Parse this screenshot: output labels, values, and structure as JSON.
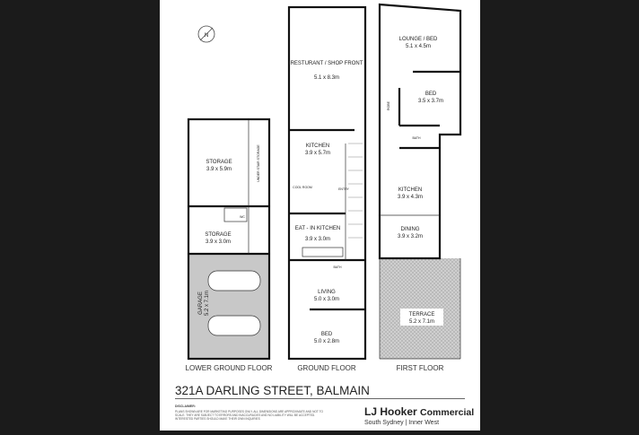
{
  "compass": {
    "label": "N"
  },
  "floors": [
    {
      "name": "LOWER GROUND FLOOR",
      "rooms": [
        {
          "name": "STORAGE",
          "size": "3.9 x 5.9m"
        },
        {
          "name": "UNDER STAIR STORAGE"
        },
        {
          "name": "WC"
        },
        {
          "name": "STORAGE",
          "size": "3.9 x 3.0m"
        },
        {
          "name": "GARAGE",
          "size": "5.2 x 7.1m"
        }
      ]
    },
    {
      "name": "GROUND FLOOR",
      "rooms": [
        {
          "name": "RESTURANT / SHOP FRONT",
          "size": "5.1 x 8.3m"
        },
        {
          "name": "KITCHEN",
          "size": "3.9 x 5.7m"
        },
        {
          "name": "COOL ROOM"
        },
        {
          "name": "ENTRY"
        },
        {
          "name": "EAT - IN KITCHEN",
          "size": "3.9 x 3.0m"
        },
        {
          "name": "BATH"
        },
        {
          "name": "LIVING",
          "size": "5.0 x 3.0m"
        },
        {
          "name": "BED",
          "size": "5.0 x 2.8m"
        }
      ]
    },
    {
      "name": "FIRST FLOOR",
      "rooms": [
        {
          "name": "LOUNGE / BED",
          "size": "5.1 x 4.5m"
        },
        {
          "name": "BED",
          "size": "3.5 x 3.7m"
        },
        {
          "name": "ROBE"
        },
        {
          "name": "BATH"
        },
        {
          "name": "KITCHEN",
          "size": "3.9 x 4.3m"
        },
        {
          "name": "DINING",
          "size": "3.9 x 3.2m"
        },
        {
          "name": "TERRACE",
          "size": "5.2 x 7.1m"
        }
      ]
    }
  ],
  "address": "321A DARLING STREET, BALMAIN",
  "disclaimer": {
    "heading": "DISCLAIMER:",
    "text": "PLANS SHOWN ARE FOR MARKETING PURPOSES ONLY. ALL DIMENSIONS ARE APPROXIMATE AND NOT TO SCALE. THEY ARE SUBJECT TO ERRORS AND INACCURACIES AND NO LIABILITY WILL BE ACCEPTED. INTERESTED PARTIES SHOULD MAKE THEIR OWN INQUIRIES"
  },
  "brand": {
    "name": "LJ Hooker",
    "division": "Commercial",
    "tagline": "South Sydney | Inner West"
  }
}
